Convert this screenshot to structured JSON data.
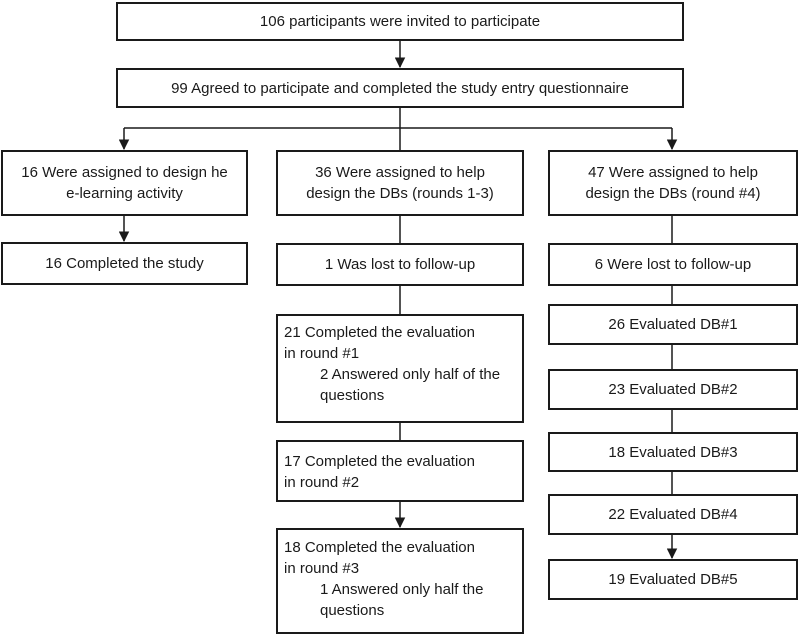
{
  "nodes": {
    "invited": "106 participants were invited to participate",
    "agreed": "99 Agreed to participate and completed the study entry questionnaire",
    "left_assigned": [
      "16 Were assigned to design he",
      "e-learning activity"
    ],
    "left_completed": "16 Completed the study",
    "mid_assigned": [
      "36 Were assigned to help",
      "design the DBs (rounds 1-3)"
    ],
    "mid_lost": "1 Was lost to follow-up",
    "mid_round1": [
      "21 Completed the evaluation",
      "in round #1",
      "2 Answered only half of the",
      "questions"
    ],
    "mid_round2": [
      "17 Completed the evaluation",
      "in round #2"
    ],
    "mid_round3": [
      "18 Completed the evaluation",
      "in round #3",
      "1 Answered only half the",
      "questions"
    ],
    "right_assigned": [
      "47 Were assigned to help",
      "design the DBs (round #4)"
    ],
    "right_lost": "6 Were lost to follow-up",
    "db1": "26 Evaluated DB#1",
    "db2": "23 Evaluated DB#2",
    "db3": "18 Evaluated DB#3",
    "db4": "22 Evaluated DB#4",
    "db5": "19 Evaluated DB#5"
  }
}
